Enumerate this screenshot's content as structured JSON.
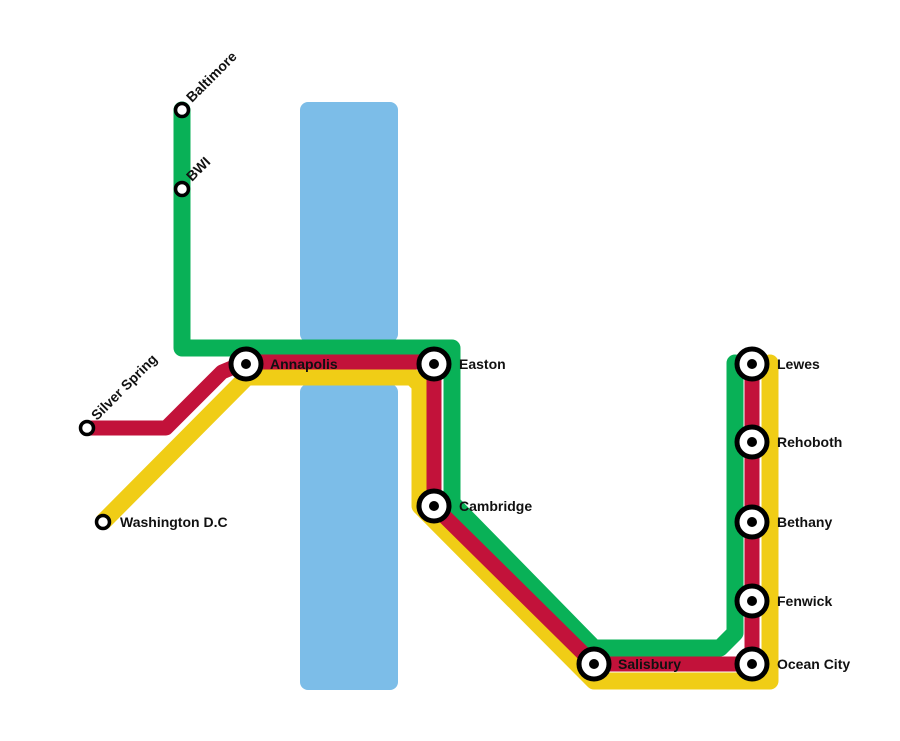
{
  "colors": {
    "green": "#09b157",
    "red": "#c2123a",
    "yellow": "#f0cd16",
    "water": "#7cbde8",
    "station_ring": "#000000",
    "station_fill": "#ffffff"
  },
  "lines": [
    {
      "name": "green",
      "color_key": "green"
    },
    {
      "name": "red",
      "color_key": "red"
    },
    {
      "name": "yellow",
      "color_key": "yellow"
    }
  ],
  "stations": {
    "baltimore": "Baltimore",
    "bwi": "BWI",
    "silver_spring": "Silver Spring",
    "washington_dc": "Washington D.C",
    "annapolis": "Annapolis",
    "easton": "Easton",
    "cambridge": "Cambridge",
    "salisbury": "Salisbury",
    "lewes": "Lewes",
    "rehoboth": "Rehoboth",
    "bethany": "Bethany",
    "fenwick": "Fenwick",
    "ocean_city": "Ocean City"
  }
}
